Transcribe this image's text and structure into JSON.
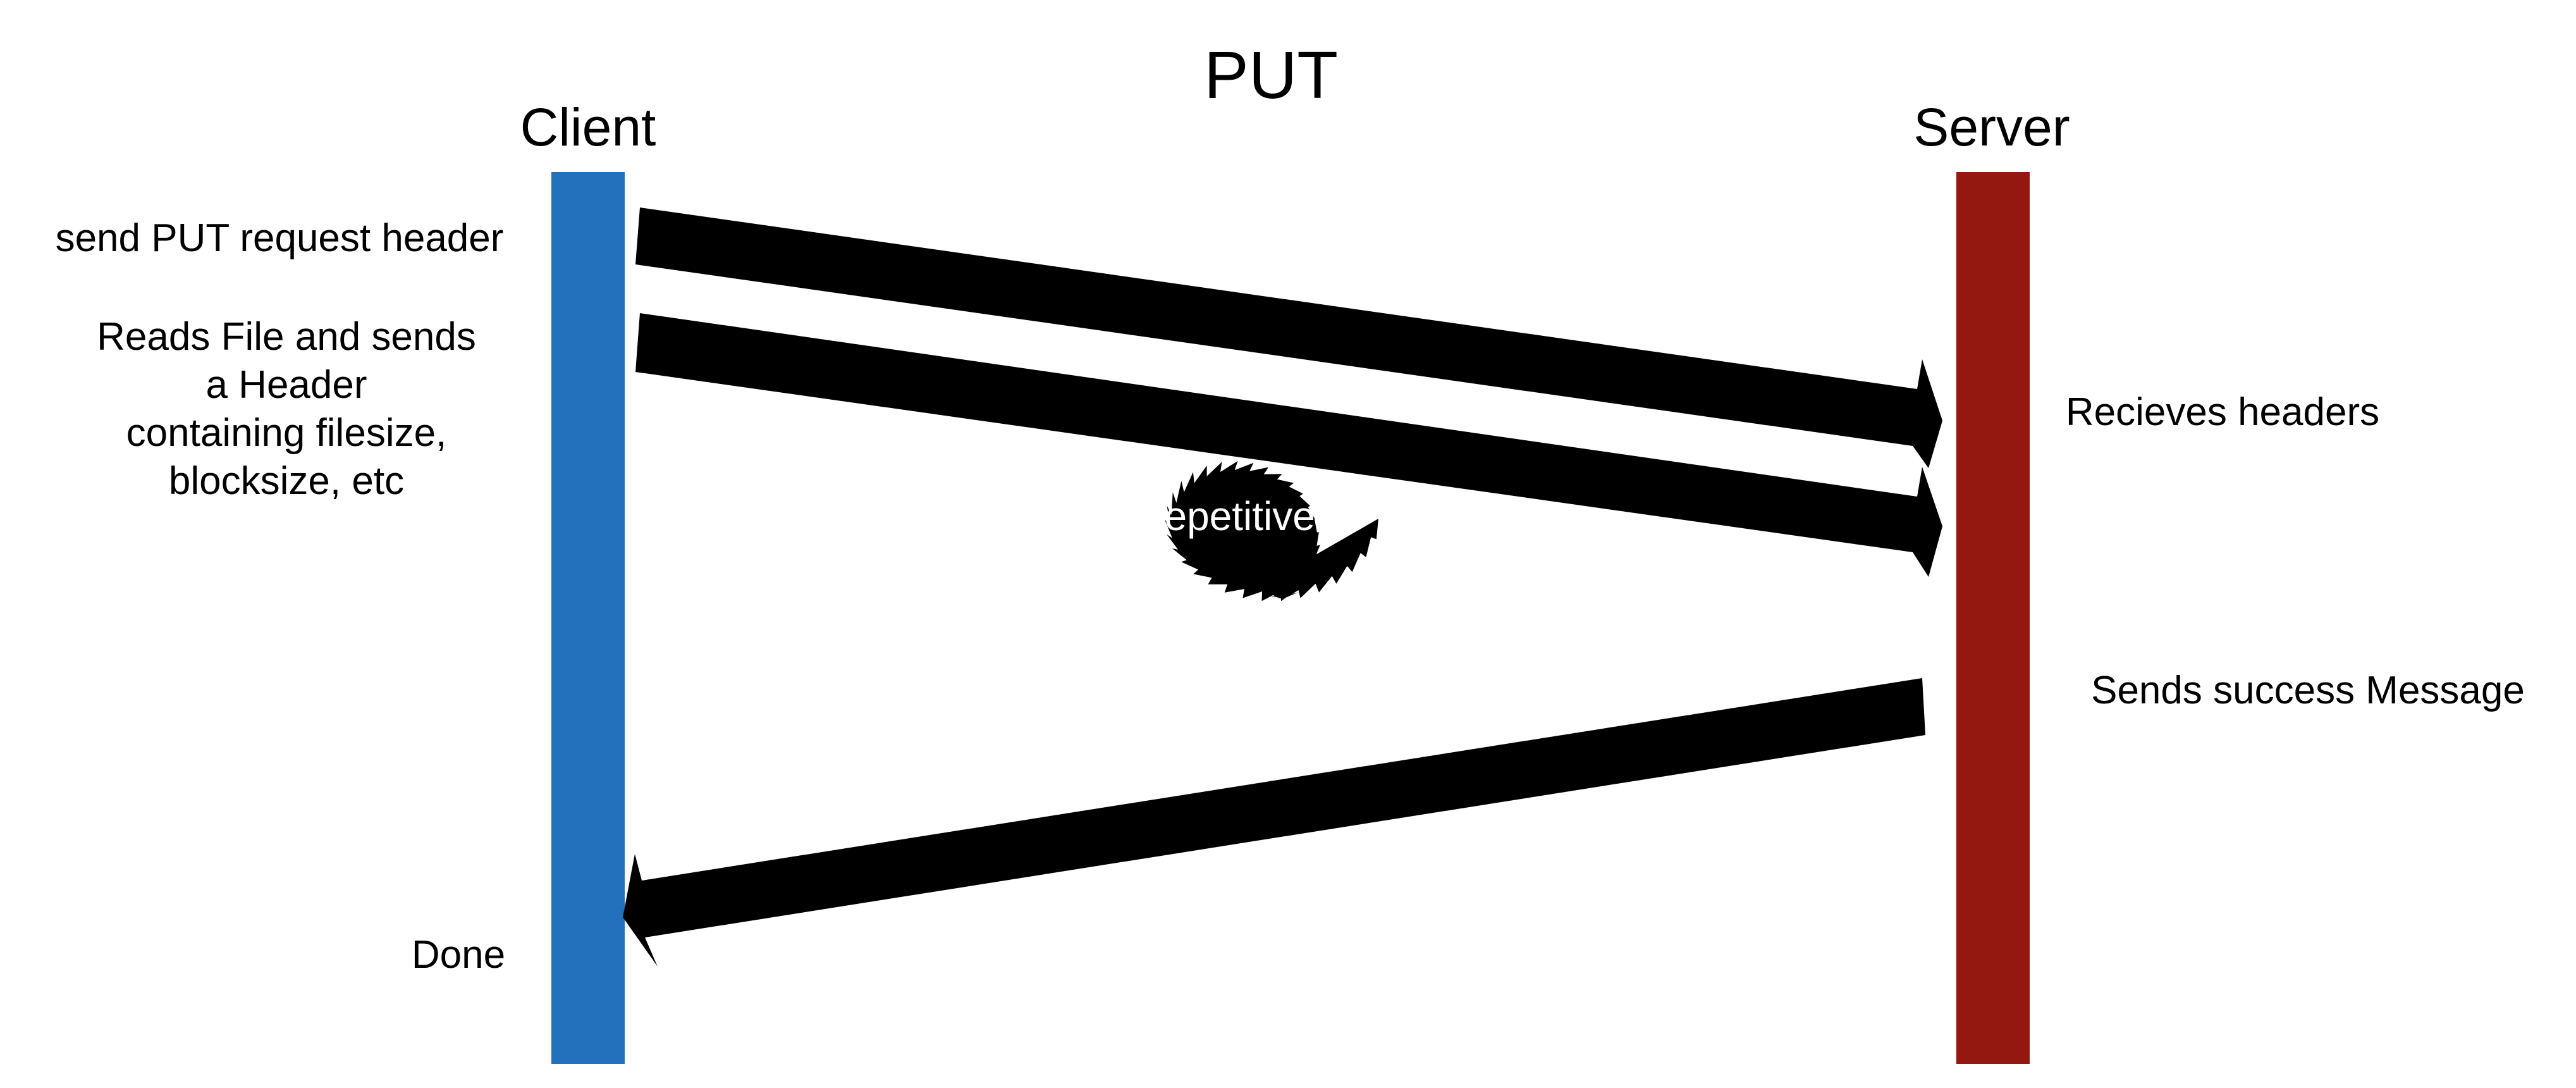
{
  "title": "PUT",
  "colors": {
    "client_lifeline": "#2370BD",
    "server_lifeline": "#941810",
    "arrow": "#000000",
    "burst": "#000000",
    "burst_text": "#ffffff",
    "background": "#ffffff"
  },
  "participants": {
    "client": {
      "label": "Client"
    },
    "server": {
      "label": "Server"
    }
  },
  "client_steps": {
    "send_header": "send PUT request header",
    "reads_file": [
      "Reads File and sends",
      "a Header",
      "containing filesize,",
      "blocksize, etc"
    ],
    "done": "Done"
  },
  "server_steps": {
    "receives_headers": "Recieves headers",
    "sends_success": "Sends success Message"
  },
  "messages": [
    {
      "from": "client",
      "to": "server",
      "meaning": "PUT request header"
    },
    {
      "from": "client",
      "to": "server",
      "meaning": "file header"
    },
    {
      "from": "server",
      "to": "client",
      "meaning": "success message"
    }
  ],
  "loop_badge": {
    "label": "repetitive",
    "icon": "starburst-icon"
  }
}
